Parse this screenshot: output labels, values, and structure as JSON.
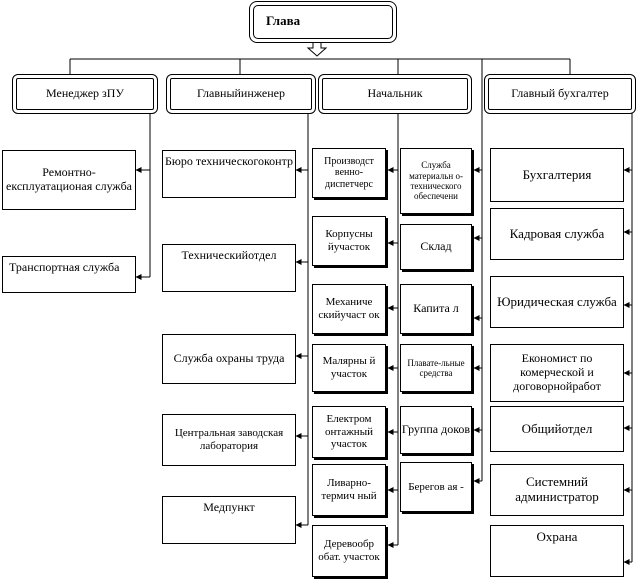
{
  "root": {
    "label": "Глава"
  },
  "heads": {
    "manager": "Менеджер зПУ",
    "engineer": "Главныйинженер",
    "chief": "Начальник",
    "accountant": "Главный бухгалтер"
  },
  "manager_units": {
    "repair": "Ремонтно-експлуатационая служба",
    "transport": "Транспортная служба"
  },
  "engineer_units": {
    "bureau": "Бюро техническогоконтр",
    "tech_dept": "Техническийотдел",
    "safety": "Служба охраны труда",
    "lab": "Центральная заводская лаборатория",
    "med": "Медпункт"
  },
  "chief_left_units": {
    "prod": "Производст венно-диспетчерс",
    "hull": "Корпусны йучасток",
    "mech": "Механиче скийучаст ок",
    "paint": "Малярны й участок",
    "elec": "Електром онтажный участок",
    "cast": "Ливарно-термич ный",
    "wood": "Деревообр обат. участок"
  },
  "chief_right_units": {
    "supply": "Служба материальн о-технического обеспечени",
    "warehouse": "Склад",
    "capital": "Капита л",
    "floating": "Плавате-льные средства",
    "docks": "Группа доков",
    "coast": "Берегов ая -"
  },
  "accountant_units": {
    "bookkeeping": "Бухгалтерия",
    "hr": "Кадровая служба",
    "legal": "Юридическая служба",
    "economist": "Економист по комерческой и договорнойработ",
    "general": "Общийотдел",
    "sysadmin": "Системний администратор",
    "security": "Охрана"
  }
}
